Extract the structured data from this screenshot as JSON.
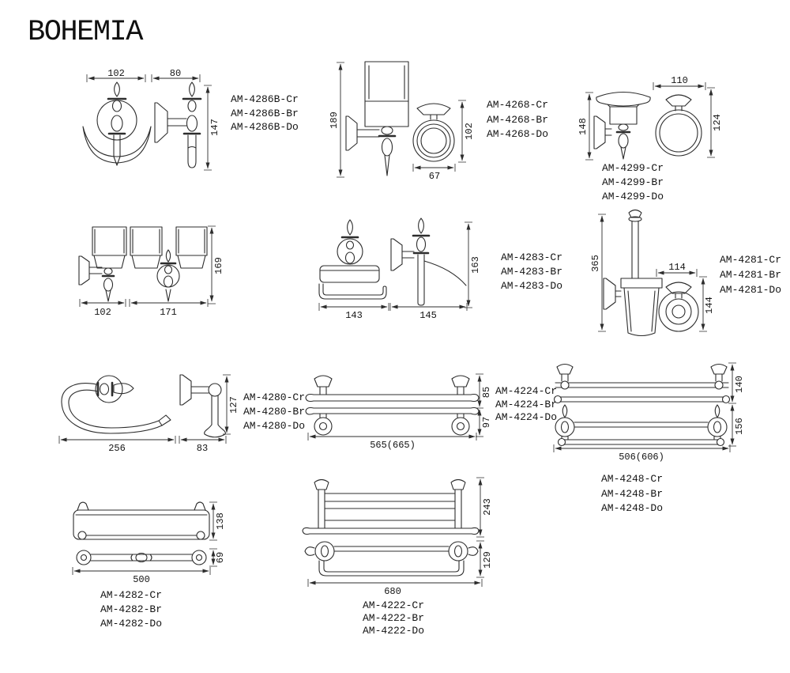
{
  "brand": "BOHEMIA",
  "products": {
    "am4286b": {
      "dims": {
        "front_width": "102",
        "side_width": "80",
        "height": "147"
      },
      "codes": [
        "AM-4286B-Cr",
        "AM-4286B-Br",
        "AM-4286B-Do"
      ]
    },
    "am4268": {
      "dims": {
        "height": "189",
        "ring_height": "102",
        "ring_width": "67"
      },
      "codes": [
        "AM-4268-Cr",
        "AM-4268-Br",
        "AM-4268-Do"
      ]
    },
    "am4299": {
      "dims": {
        "width": "110",
        "side_height": "148",
        "ring_height": "124"
      },
      "codes": [
        "AM-4299-Cr",
        "AM-4299-Br",
        "AM-4299-Do"
      ]
    },
    "double_tumbler": {
      "dims": {
        "side_width": "102",
        "front_width": "171",
        "height": "169"
      }
    },
    "am4283": {
      "dims": {
        "front_width": "143",
        "side_width": "145",
        "height": "163"
      },
      "codes": [
        "AM-4283-Cr",
        "AM-4283-Br",
        "AM-4283-Do"
      ]
    },
    "am4281": {
      "dims": {
        "height": "365",
        "cup_width": "114",
        "cup_height": "144"
      },
      "codes": [
        "AM-4281-Cr",
        "AM-4281-Br",
        "AM-4281-Do"
      ]
    },
    "am4280": {
      "dims": {
        "front_width": "256",
        "side_width": "83",
        "height": "127"
      },
      "codes": [
        "AM-4280-Cr",
        "AM-4280-Br",
        "AM-4280-Do"
      ]
    },
    "am4224": {
      "dims": {
        "top_height": "85",
        "front_height": "97",
        "width": "565(665)"
      },
      "codes": [
        "AM-4224-Cr",
        "AM-4224-Br",
        "AM-4224-Do"
      ]
    },
    "am4248": {
      "dims": {
        "top_height": "140",
        "front_height": "156",
        "width": "506(606)"
      },
      "codes": [
        "AM-4248-Cr",
        "AM-4248-Br",
        "AM-4248-Do"
      ]
    },
    "am4282": {
      "dims": {
        "front_height": "138",
        "bottom_height": "69",
        "width": "500"
      },
      "codes": [
        "AM-4282-Cr",
        "AM-4282-Br",
        "AM-4282-Do"
      ]
    },
    "am4222": {
      "dims": {
        "top_height": "243",
        "front_height": "129",
        "width": "680"
      },
      "codes": [
        "AM-4222-Cr",
        "AM-4222-Br",
        "AM-4222-Do"
      ]
    }
  }
}
